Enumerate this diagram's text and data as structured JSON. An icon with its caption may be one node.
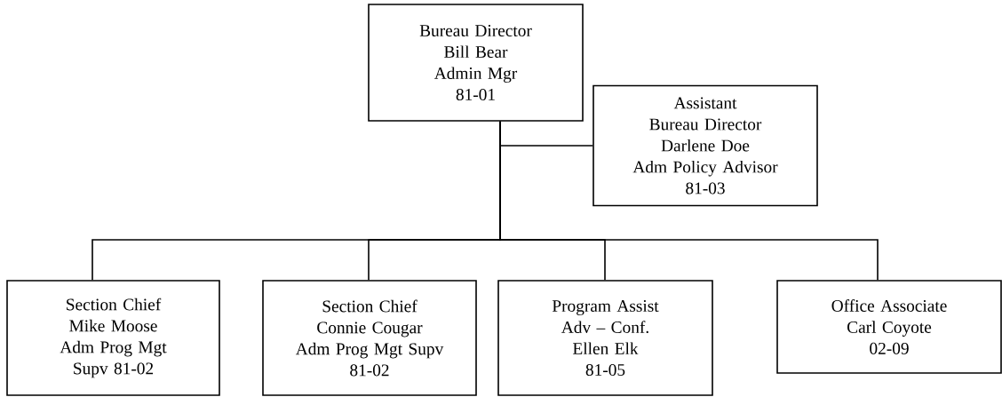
{
  "diagram": {
    "nodes": [
      {
        "text": [
          "Bureau Director",
          "Bill Bear",
          "Admin Mgr",
          "81-01"
        ]
      },
      {
        "text": [
          "Assistant Bureau Director",
          "Darlene Doe",
          "Adm Policy Advisor",
          "81-03"
        ]
      },
      {
        "text": [
          "Section Chief",
          "Mike Moose",
          "Adm Prog Mgt Supv 81-02"
        ]
      },
      {
        "text": [
          "Section Chief",
          "Connie Cougar",
          "Adm Prog Mgt Supv",
          "81-02"
        ]
      },
      {
        "text": [
          "Program Assist Adv – Conf.",
          "Ellen Elk",
          "81-05"
        ]
      },
      {
        "text": [
          "Office Associate",
          "Carl Coyote",
          "02-09"
        ]
      }
    ],
    "edges": [
      {
        "from": 0,
        "to": 1,
        "arrow": "none"
      },
      {
        "from": 0,
        "to": 2,
        "arrow": "none"
      },
      {
        "from": 0,
        "to": 3,
        "arrow": "none"
      },
      {
        "from": 0,
        "to": 4,
        "arrow": "none"
      },
      {
        "from": 0,
        "to": 5,
        "arrow": "none"
      }
    ]
  }
}
